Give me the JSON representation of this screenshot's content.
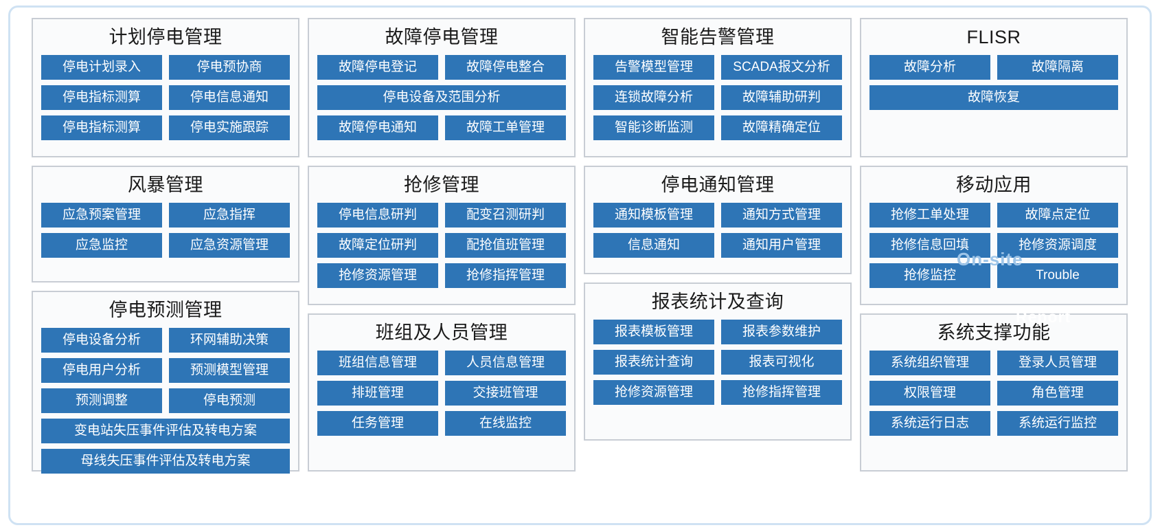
{
  "theme": {
    "button_bg": "#2e75b6",
    "button_text": "#ffffff",
    "panel_border": "#c8cdd4",
    "panel_bg": "#fafbfc",
    "frame_border": "#cfe2f3",
    "title_text": "#1a1a1a",
    "watermark_blue": "#9ec5e8"
  },
  "overlays": {
    "on_site": "On-site",
    "report": "Report"
  },
  "columns": [
    {
      "panels": [
        {
          "title": "计划停电管理",
          "rows": [
            [
              "停电计划录入",
              "停电预协商"
            ],
            [
              "停电指标测算",
              "停电信息通知"
            ],
            [
              "停电指标测算",
              "停电实施跟踪"
            ]
          ]
        },
        {
          "title": "风暴管理",
          "rows": [
            [
              "应急预案管理",
              "应急指挥"
            ],
            [
              "应急监控",
              "应急资源管理"
            ]
          ]
        },
        {
          "title": "停电预测管理",
          "rows": [
            [
              "停电设备分析",
              "环网辅助决策"
            ],
            [
              "停电用户分析",
              "预测模型管理"
            ],
            [
              "预测调整",
              "停电预测"
            ],
            [
              "变电站失压事件评估及转电方案"
            ],
            [
              "母线失压事件评估及转电方案"
            ]
          ]
        }
      ]
    },
    {
      "panels": [
        {
          "title": "故障停电管理",
          "rows": [
            [
              "故障停电登记",
              "故障停电整合"
            ],
            [
              "停电设备及范围分析"
            ],
            [
              "故障停电通知",
              "故障工单管理"
            ]
          ]
        },
        {
          "title": "抢修管理",
          "rows": [
            [
              "停电信息研判",
              "配变召测研判"
            ],
            [
              "故障定位研判",
              "配抢值班管理"
            ],
            [
              "抢修资源管理",
              "抢修指挥管理"
            ]
          ]
        },
        {
          "title": "班组及人员管理",
          "rows": [
            [
              "班组信息管理",
              "人员信息管理"
            ],
            [
              "排班管理",
              "交接班管理"
            ],
            [
              "任务管理",
              "在线监控"
            ]
          ]
        }
      ]
    },
    {
      "panels": [
        {
          "title": "智能告警管理",
          "rows": [
            [
              "告警模型管理",
              "SCADA报文分析"
            ],
            [
              "连锁故障分析",
              "故障辅助研判"
            ],
            [
              "智能诊断监测",
              "故障精确定位"
            ]
          ]
        },
        {
          "title": "停电通知管理",
          "rows": [
            [
              "通知模板管理",
              "通知方式管理"
            ],
            [
              "信息通知",
              "通知用户管理"
            ]
          ]
        },
        {
          "title": "报表统计及查询",
          "rows": [
            [
              "报表模板管理",
              "报表参数维护"
            ],
            [
              "报表统计查询",
              "报表可视化"
            ],
            [
              "抢修资源管理",
              "抢修指挥管理"
            ]
          ]
        }
      ]
    },
    {
      "panels": [
        {
          "title": "FLISR",
          "rows": [
            [
              "故障分析",
              "故障隔离"
            ],
            [
              "故障恢复"
            ]
          ]
        },
        {
          "title": "移动应用",
          "rows": [
            [
              "抢修工单处理",
              "故障点定位"
            ],
            [
              "抢修信息回填",
              "抢修资源调度"
            ],
            [
              "抢修监控",
              "Trouble"
            ]
          ]
        },
        {
          "title": "系统支撑功能",
          "rows": [
            [
              "系统组织管理",
              "登录人员管理"
            ],
            [
              "权限管理",
              "角色管理"
            ],
            [
              "系统运行日志",
              "系统运行监控"
            ]
          ]
        }
      ]
    }
  ]
}
